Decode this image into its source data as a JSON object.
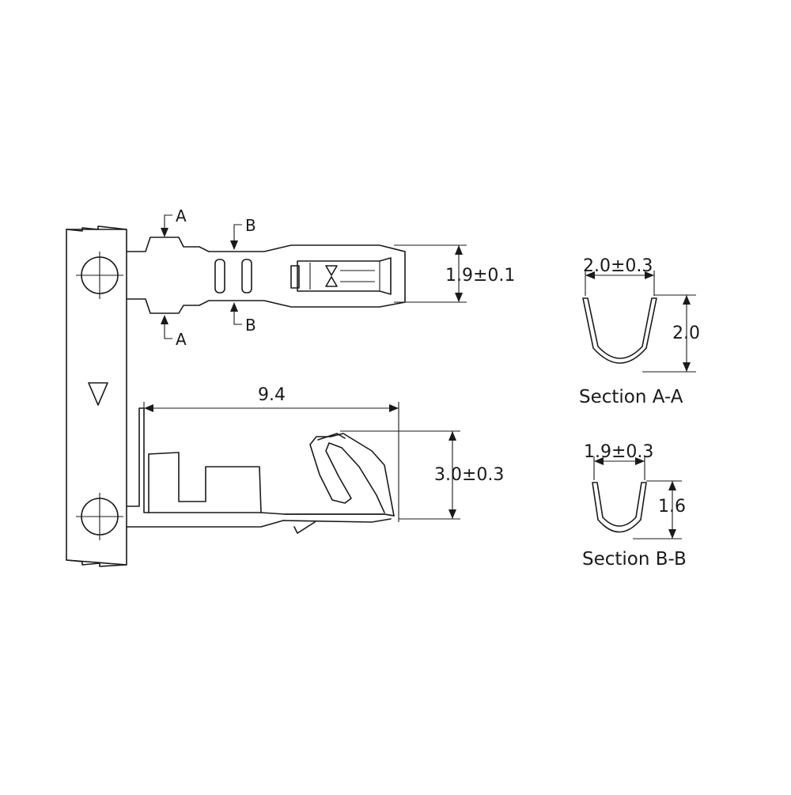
{
  "labels": {
    "section_a_top": "A",
    "section_a_bottom": "A",
    "section_b_top": "B",
    "section_b_bottom": "B"
  },
  "dimensions": {
    "top_view_width": "1.9±0.1",
    "side_view_length": "9.4",
    "side_view_height": "3.0±0.3",
    "section_a_width": "2.0±0.3",
    "section_a_height": "2.0",
    "section_b_width": "1.9±0.3",
    "section_b_height": "1.6"
  },
  "captions": {
    "section_a": "Section A-A",
    "section_b": "Section B-B"
  }
}
